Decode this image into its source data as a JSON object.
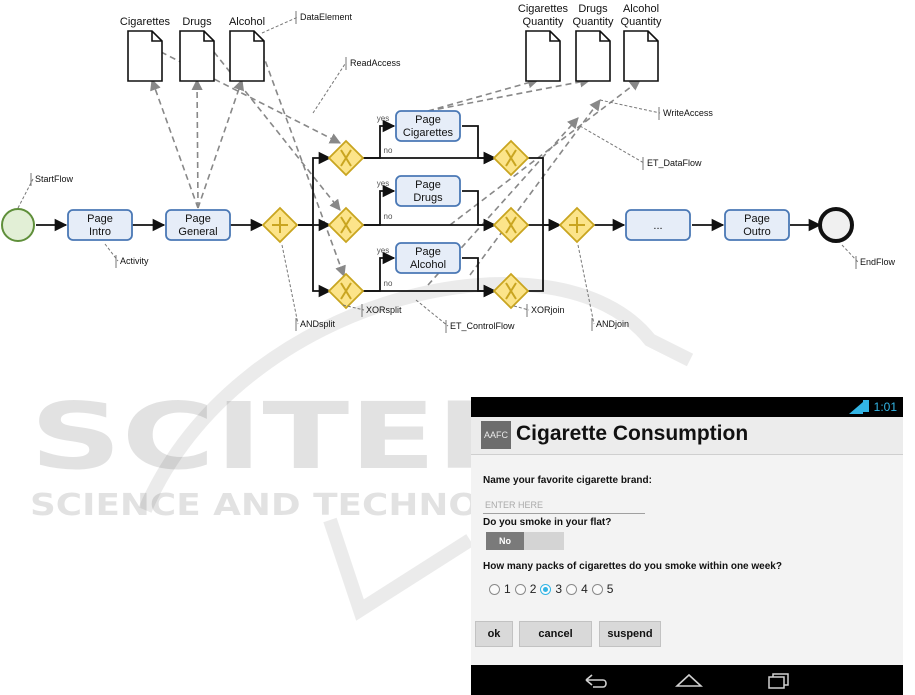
{
  "diagram": {
    "data_elements": [
      {
        "id": "d_cig",
        "label": [
          "Cigarettes"
        ]
      },
      {
        "id": "d_drugs",
        "label": [
          "Drugs"
        ]
      },
      {
        "id": "d_alc",
        "label": [
          "Alcohol"
        ]
      },
      {
        "id": "d_cigq",
        "label": [
          "Cigarettes",
          "Quantity"
        ]
      },
      {
        "id": "d_drugsq",
        "label": [
          "Drugs",
          "Quantity"
        ]
      },
      {
        "id": "d_alcq",
        "label": [
          "Alcohol",
          "Quantity"
        ]
      }
    ],
    "activities": [
      {
        "id": "intro",
        "label": [
          "Page",
          "Intro"
        ]
      },
      {
        "id": "general",
        "label": [
          "Page",
          "General"
        ]
      },
      {
        "id": "pcig",
        "label": [
          "Page",
          "Cigarettes"
        ]
      },
      {
        "id": "pdrugs",
        "label": [
          "Page",
          "Drugs"
        ]
      },
      {
        "id": "palc",
        "label": [
          "Page",
          "Alcohol"
        ]
      },
      {
        "id": "dots",
        "label": [
          "..."
        ]
      },
      {
        "id": "outro",
        "label": [
          "Page",
          "Outro"
        ]
      }
    ],
    "branch_labels": {
      "yes": "yes",
      "no": "no"
    },
    "annotations": [
      {
        "id": "a_dataelement",
        "text": "DataElement"
      },
      {
        "id": "a_readaccess",
        "text": "ReadAccess"
      },
      {
        "id": "a_writeaccess",
        "text": "WriteAccess"
      },
      {
        "id": "a_etdataflow",
        "text": "ET_DataFlow"
      },
      {
        "id": "a_startflow",
        "text": "StartFlow"
      },
      {
        "id": "a_activity",
        "text": "Activity"
      },
      {
        "id": "a_andsplit",
        "text": "ANDsplit"
      },
      {
        "id": "a_xorsplit",
        "text": "XORsplit"
      },
      {
        "id": "a_etcontrolflow",
        "text": "ET_ControlFlow"
      },
      {
        "id": "a_xorjoin",
        "text": "XORjoin"
      },
      {
        "id": "a_andjoin",
        "text": "ANDjoin"
      },
      {
        "id": "a_endflow",
        "text": "EndFlow"
      }
    ],
    "colors": {
      "activity_fill": "#e6edf8",
      "activity_stroke": "#4a78b5",
      "gateway_fill": "#fce48a",
      "gateway_stroke": "#c9a520",
      "start_fill": "#e2efd6",
      "start_stroke": "#5f8f3a",
      "dash": "#888888"
    }
  },
  "watermark": {
    "line1": "SCITEPRESS",
    "line2": "SCIENCE AND TECHNOLOGY PUBLICATIONS"
  },
  "phone": {
    "status": {
      "time": "1:01",
      "network": "3G"
    },
    "app_icon_text": "AAFC",
    "title": "Cigarette Consumption",
    "q1": "Name your favorite cigarette brand:",
    "q1_placeholder": "ENTER HERE",
    "q2": "Do you smoke in your flat?",
    "toggle_value": "No",
    "q3": "How many packs of cigarettes do you smoke within one week?",
    "radio_options": [
      "1",
      "2",
      "3",
      "4",
      "5"
    ],
    "radio_selected": "3",
    "buttons": {
      "ok": "ok",
      "cancel": "cancel",
      "suspend": "suspend"
    },
    "colors": {
      "accent": "#33b5e5"
    }
  }
}
